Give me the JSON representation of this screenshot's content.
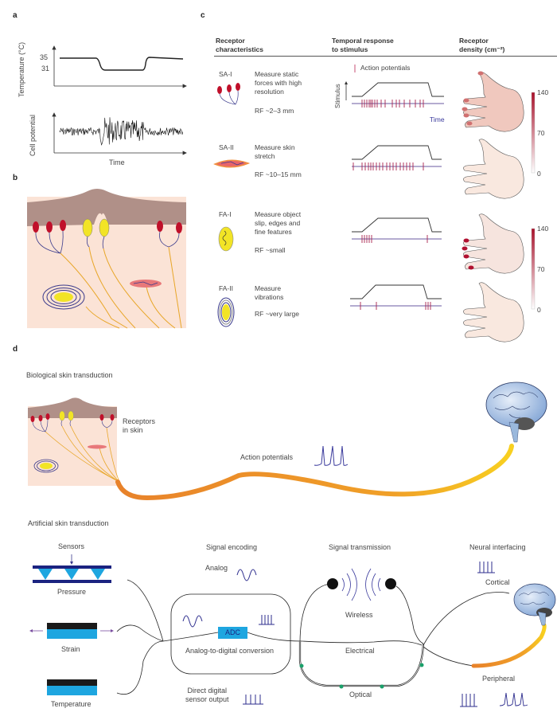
{
  "panels": {
    "a": "a",
    "b": "b",
    "c": "c",
    "d": "d"
  },
  "panel_a": {
    "temp_ylabel": "Temperature (°C)",
    "temp_ticks": [
      "35",
      "31"
    ],
    "cell_ylabel": "Cell potential",
    "xlabel": "Time"
  },
  "panel_c": {
    "headers": {
      "receptor": [
        "Receptor",
        "characteristics"
      ],
      "temporal": [
        "Temporal response",
        "to stimulus"
      ],
      "density": [
        "Receptor",
        "density (cm⁻²)"
      ]
    },
    "legend_action_potentials": "Action potentials",
    "stimulus_label": "Stimulus",
    "time_label": "Time",
    "colorbar_ticks": [
      "140",
      "70",
      "0"
    ],
    "colorbar_max_color": "#a8102a",
    "rows": [
      {
        "type": "SA-I",
        "desc": [
          "Measure static",
          "forces with high",
          "resolution"
        ],
        "rf": "RF ~2–3 mm"
      },
      {
        "type": "SA-II",
        "desc": [
          "Measure skin",
          "stretch"
        ],
        "rf": "RF ~10–15 mm"
      },
      {
        "type": "FA-I",
        "desc": [
          "Measure object",
          "slip, edges and",
          "fine features"
        ],
        "rf": "RF ~small"
      },
      {
        "type": "FA-II",
        "desc": [
          "Measure",
          "vibrations"
        ],
        "rf": "RF ~very large"
      }
    ]
  },
  "panel_d": {
    "bio_title": "Biological skin transduction",
    "receptors_label": [
      "Receptors",
      "in skin"
    ],
    "action_potentials": "Action potentials",
    "art_title": "Artificial skin transduction",
    "sensors": "Sensors",
    "pressure": "Pressure",
    "strain": "Strain",
    "temperature": "Temperature",
    "signal_encoding": "Signal encoding",
    "analog": "Analog",
    "adc": "ADC",
    "adc_conversion": "Analog-to-digital conversion",
    "direct_digital": [
      "Direct digital",
      "sensor output"
    ],
    "signal_transmission": "Signal transmission",
    "wireless": "Wireless",
    "electrical": "Electrical",
    "optical": "Optical",
    "neural_interfacing": "Neural interfacing",
    "cortical": "Cortical",
    "peripheral": "Peripheral"
  },
  "colors": {
    "skin_top": "#b09088",
    "skin_body": "#fbe3d6",
    "merkel": "#c0102a",
    "meissner": "#f2e426",
    "nerve": "#e8a628",
    "axon": "#3a3a8c",
    "spike": "#9b1b4a",
    "signal_blue": "#2e2e8e",
    "sensor_blue": "#1ea6e0",
    "sensor_dark": "#1b2380",
    "optical_node": "#1aa06a",
    "brain": "#a8c4e8"
  }
}
